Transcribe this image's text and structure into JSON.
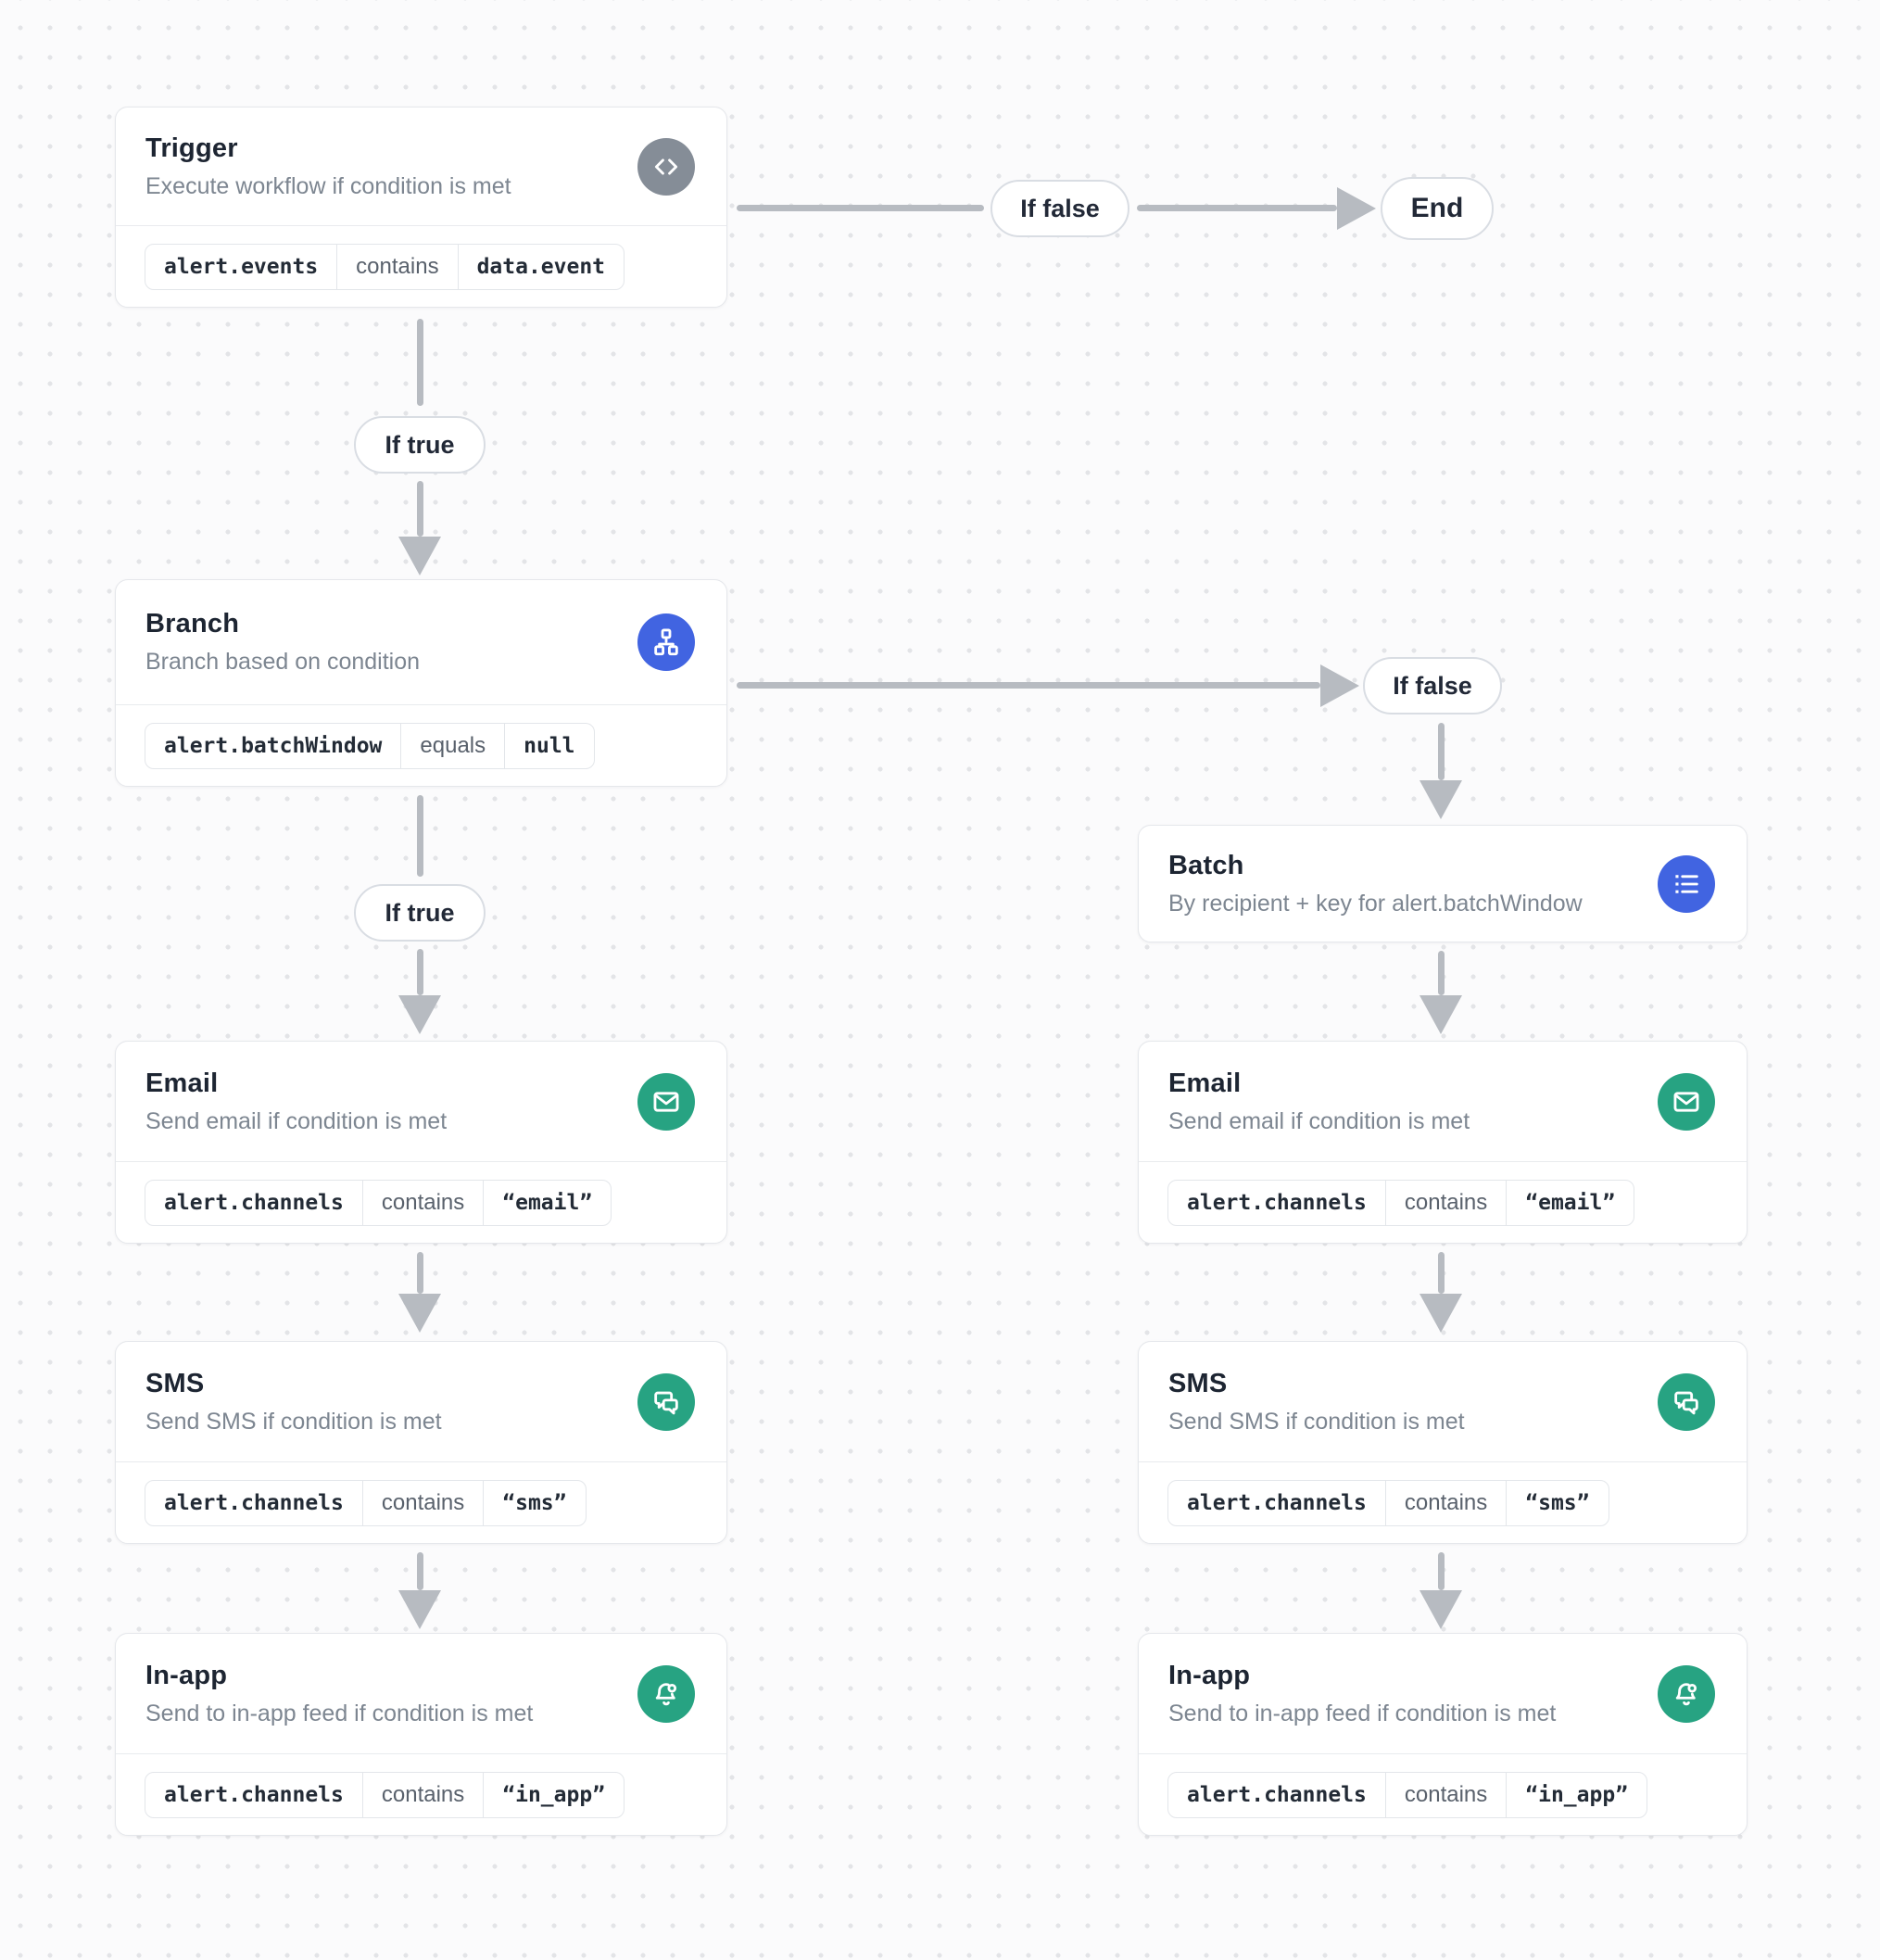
{
  "colors": {
    "accent_blue": "#4164e1",
    "accent_green": "#27a382",
    "accent_gray": "#858d97",
    "arrow_gray": "#b7bbc1",
    "card_border": "#e5e7eb"
  },
  "edges": {
    "trigger_false": "If false",
    "trigger_true": "If true",
    "branch_false": "If false",
    "branch_true": "If true",
    "end": "End"
  },
  "nodes": {
    "trigger": {
      "title": "Trigger",
      "subtitle": "Execute workflow if condition is met",
      "icon": "code-icon",
      "condition": {
        "field": "alert.events",
        "operator": "contains",
        "value": "data.event"
      }
    },
    "branch": {
      "title": "Branch",
      "subtitle": "Branch based on condition",
      "icon": "sitemap-icon",
      "condition": {
        "field": "alert.batchWindow",
        "operator": "equals",
        "value": "null"
      }
    },
    "batch": {
      "title": "Batch",
      "subtitle": "By recipient + key for alert.batchWindow",
      "icon": "list-icon"
    },
    "email_main": {
      "title": "Email",
      "subtitle": "Send email if condition is met",
      "icon": "mail-icon",
      "condition": {
        "field": "alert.channels",
        "operator": "contains",
        "value": "“email”"
      }
    },
    "sms_main": {
      "title": "SMS",
      "subtitle": "Send SMS if condition is met",
      "icon": "chat-bubbles-icon",
      "condition": {
        "field": "alert.channels",
        "operator": "contains",
        "value": "“sms”"
      }
    },
    "inapp_main": {
      "title": "In-app",
      "subtitle": "Send to in-app feed if condition is met",
      "icon": "bell-icon",
      "condition": {
        "field": "alert.channels",
        "operator": "contains",
        "value": "“in_app”"
      }
    },
    "email_batched": {
      "title": "Email",
      "subtitle": "Send email if condition is met",
      "icon": "mail-icon",
      "condition": {
        "field": "alert.channels",
        "operator": "contains",
        "value": "“email”"
      }
    },
    "sms_batched": {
      "title": "SMS",
      "subtitle": "Send SMS if condition is met",
      "icon": "chat-bubbles-icon",
      "condition": {
        "field": "alert.channels",
        "operator": "contains",
        "value": "“sms”"
      }
    },
    "inapp_batched": {
      "title": "In-app",
      "subtitle": "Send to in-app feed if condition is met",
      "icon": "bell-icon",
      "condition": {
        "field": "alert.channels",
        "operator": "contains",
        "value": "“in_app”"
      }
    }
  }
}
